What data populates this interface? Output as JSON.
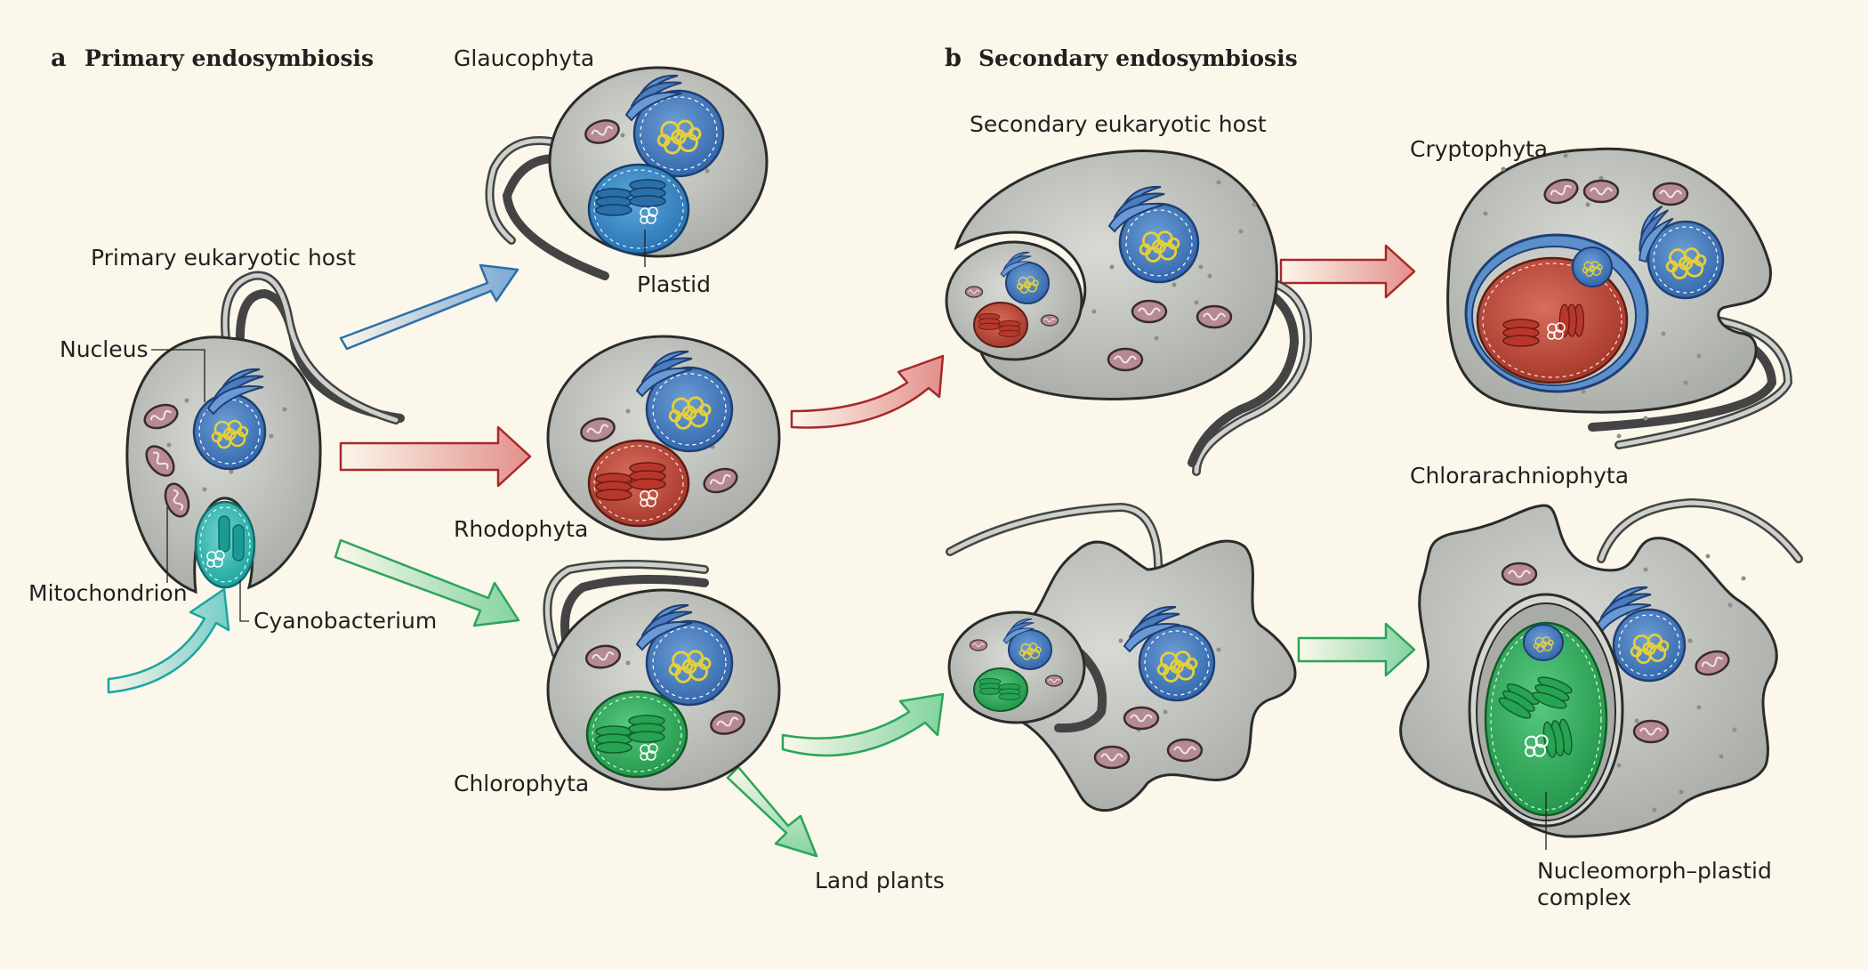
{
  "colors": {
    "background": "#fbf7ea",
    "cytoplasm": "#c4c6c1",
    "cell_outline": "#2b2b2b",
    "nucleus": "#4c82c3",
    "chromatin": "#e6cf3a",
    "cyanobacterium": "#3bbfb9",
    "glaucophyte_plastid": "#3a8cc8",
    "red_plastid": "#c24a3c",
    "green_plastid": "#33b25f",
    "mitochondrion": "#b58a94",
    "arrow_blue": "#2d6fa9",
    "arrow_red": "#a8282a",
    "arrow_green": "#2aa558",
    "arrow_teal": "#1aa5a0"
  },
  "panel_a": {
    "letter": "a",
    "title": "Primary endosymbiosis",
    "host_label": "Primary eukaryotic host",
    "nucleus_label": "Nucleus",
    "mitochondrion_label": "Mitochondrion",
    "cyanobacterium_label": "Cyanobacterium",
    "glaucophyta_label": "Glaucophyta",
    "plastid_label": "Plastid",
    "rhodophyta_label": "Rhodophyta",
    "chlorophyta_label": "Chlorophyta",
    "land_plants_label": "Land plants"
  },
  "panel_b": {
    "letter": "b",
    "title": "Secondary endosymbiosis",
    "host_label": "Secondary eukaryotic host",
    "cryptophyta_label": "Cryptophyta",
    "chlorarachniophyta_label": "Chlorarachniophyta",
    "complex_label_line1": "Nucleomorph–plastid",
    "complex_label_line2": "complex"
  }
}
